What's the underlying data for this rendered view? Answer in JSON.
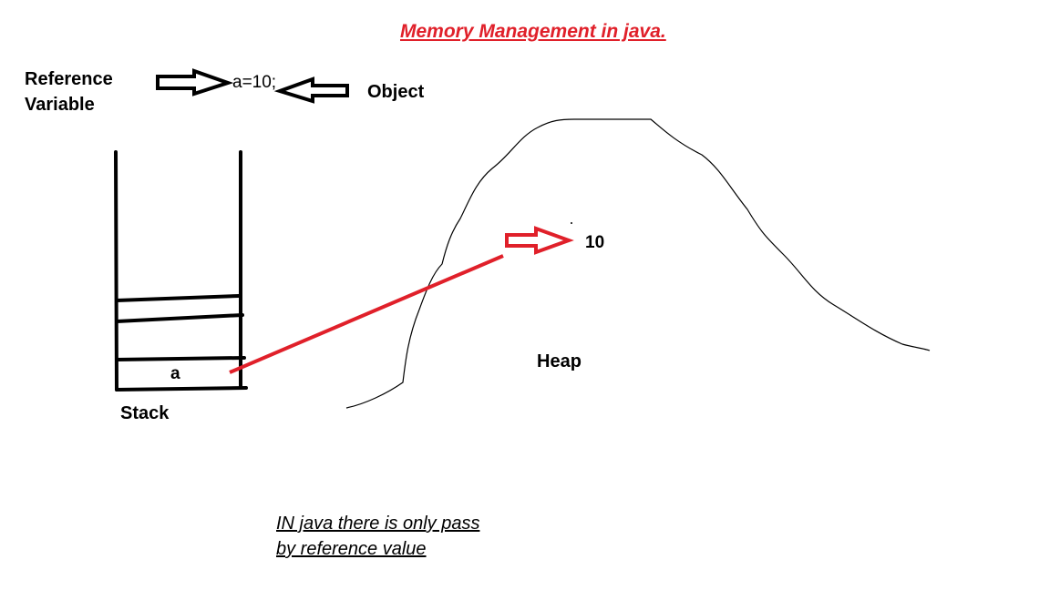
{
  "title": "Memory Management in java.",
  "reference_variable": {
    "line1": "Reference",
    "line2": "Variable"
  },
  "statement": "a=10;",
  "object_label": "Object",
  "heap": {
    "value": "10",
    "label": "Heap"
  },
  "stack": {
    "label": "Stack",
    "variable": "a"
  },
  "note": {
    "line1": "IN java there is only pass",
    "line2": "by reference value"
  },
  "colors": {
    "title": "#e0202a",
    "pointer": "#e0202a",
    "ink": "#000000"
  }
}
